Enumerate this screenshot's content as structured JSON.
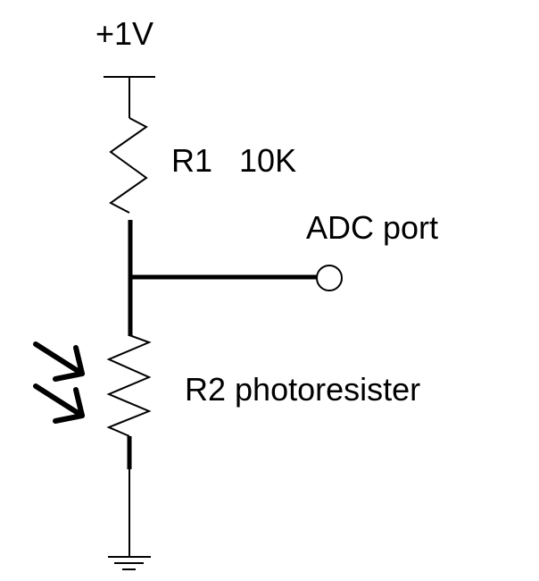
{
  "labels": {
    "supply": "+1V",
    "r1": "R1   10K",
    "adc": "ADC port",
    "r2": "R2 photoresister"
  },
  "colors": {
    "ink": "#000000",
    "background": "#ffffff"
  },
  "components": [
    "supply-rail",
    "resistor-r1",
    "adc-port-terminal",
    "photoresistor-r2",
    "light-arrows",
    "ground"
  ]
}
